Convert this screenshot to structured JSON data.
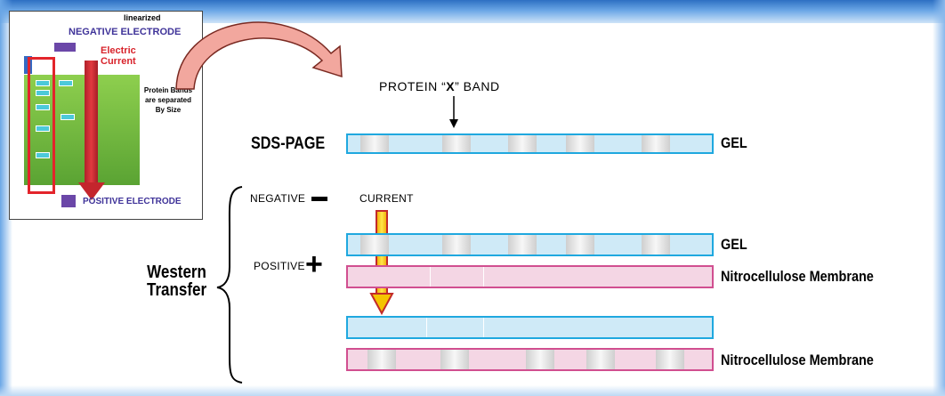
{
  "inset": {
    "top_label": "linearized",
    "negative_electrode": "NEGATIVE ELECTRODE",
    "electric_current": "Electric Current",
    "side_note": "Protein Bands are separated By Size",
    "positive_electrode": "POSITIVE ELECTRODE"
  },
  "diagram": {
    "band_label_prefix": "PROTEIN “",
    "band_label_x": "X",
    "band_label_suffix": "” BAND",
    "sds_page": "SDS-PAGE",
    "gel_top": "GEL",
    "negative": "NEGATIVE",
    "current": "CURRENT",
    "positive": "POSITIVE",
    "plus": "+",
    "gel_western": "GEL",
    "membrane_1": "Nitrocellulose Membrane",
    "membrane_2": "Nitrocellulose Membrane",
    "western_line1": "Western",
    "western_line2": "Transfer"
  },
  "colors": {
    "gel_fill": "#cfeaf7",
    "gel_border": "#1fa8df",
    "membrane_fill": "#f4d6e4",
    "membrane_border": "#d14f90",
    "current_arrow": "#f5c400",
    "curved_arrow": "#f2a79e"
  }
}
